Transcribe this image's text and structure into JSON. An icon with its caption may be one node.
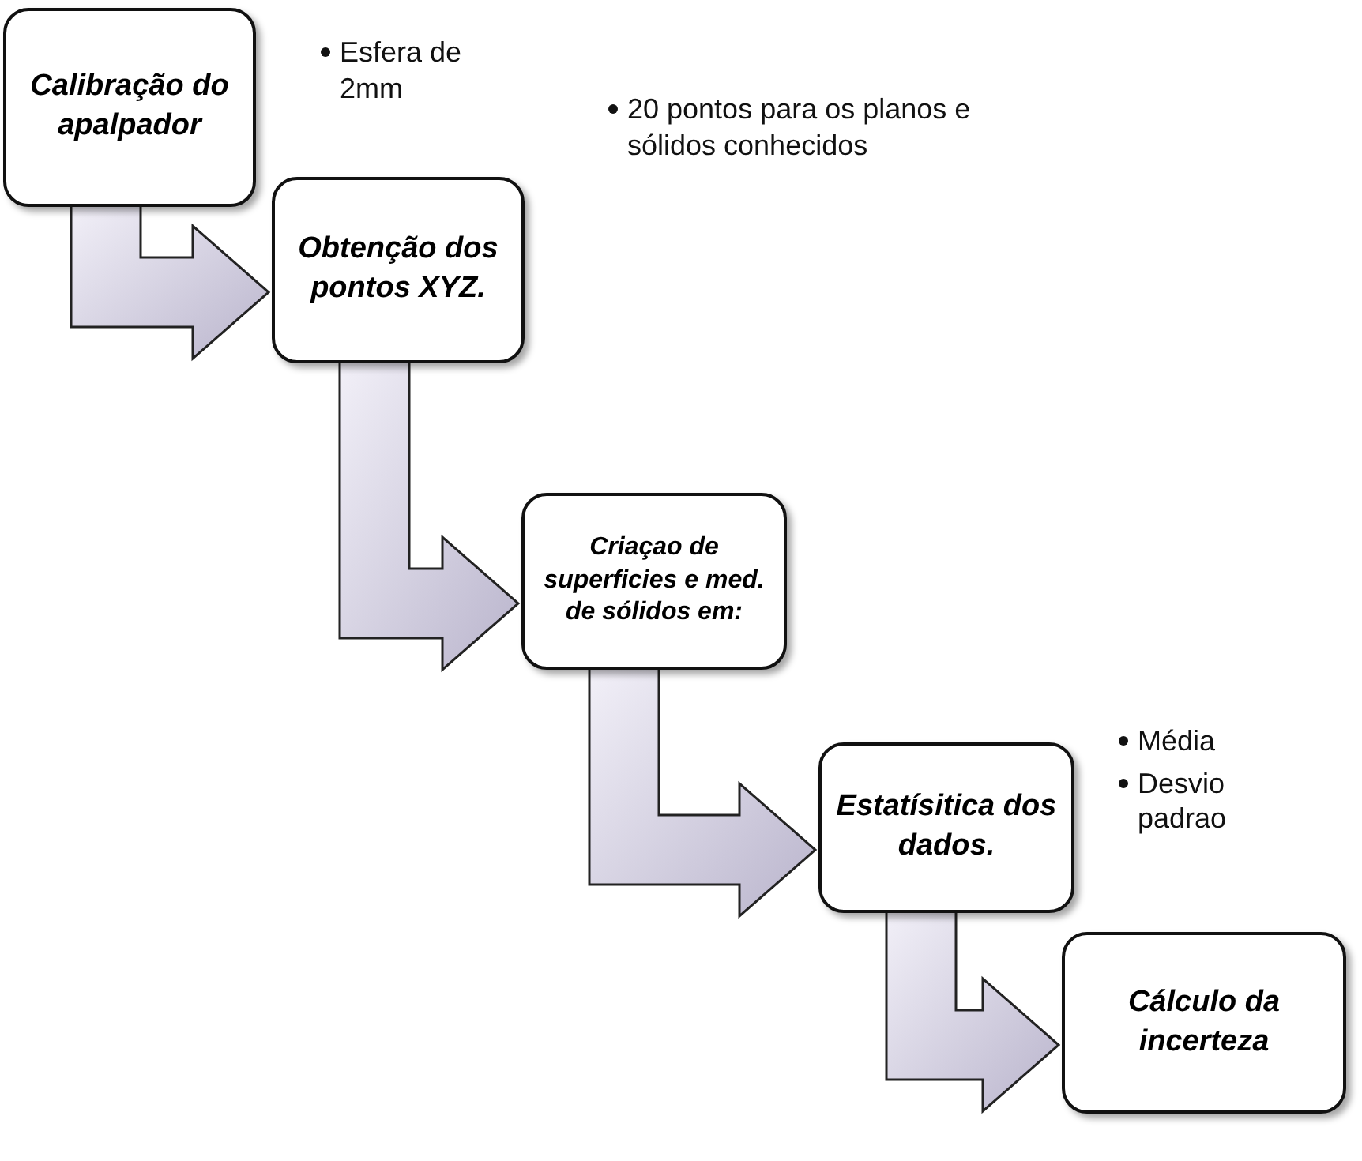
{
  "diagram": {
    "nodes": [
      {
        "text": [
          "Calibração do apalpador"
        ],
        "beside": [
          "Esfera de 2mm"
        ]
      },
      {
        "text": [
          "Obtenção dos pontos XYZ."
        ],
        "beside": [
          "20 pontos para os planos e sólidos conhecidos"
        ]
      },
      {
        "text": [
          "Criaçao de superficies e med. de sólidos em:"
        ]
      },
      {
        "text": [
          "Estatísitica dos dados."
        ],
        "beside": [
          "Média",
          "Desvio padrao"
        ]
      },
      {
        "text": [
          "Cálculo da incerteza"
        ]
      }
    ],
    "edges": [
      {
        "from": 0,
        "to": 1,
        "arrow": "to"
      },
      {
        "from": 1,
        "to": 2,
        "arrow": "to"
      },
      {
        "from": 2,
        "to": 3,
        "arrow": "to"
      },
      {
        "from": 3,
        "to": 4,
        "arrow": "to"
      }
    ]
  }
}
